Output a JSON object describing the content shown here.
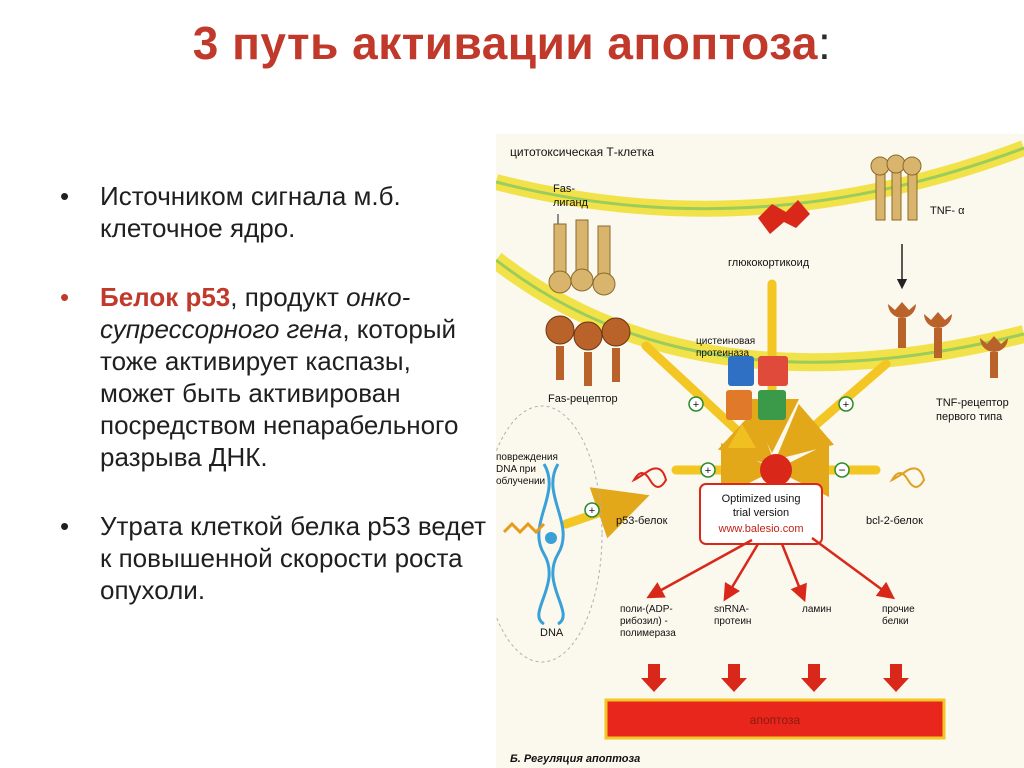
{
  "slide": {
    "title": "3 путь активации апоптоза",
    "title_colon": ":"
  },
  "bullets": [
    {
      "text": "Источником сигнала м.б. клеточное ядро."
    },
    {
      "bold": "Белок р53",
      "part1": ", продукт ",
      "italic": "онко-супрессорного гена",
      "part2": ", который тоже активирует каспазы, может быть активирован посредством непарабельного разрыва ДНК."
    },
    {
      "text": "Утрата клеткой белка р53 ведет к повышенной скорости роста опухоли."
    }
  ],
  "diagram": {
    "labels": {
      "t_cell": "цитотоксическая Т-клетка",
      "fas_ligand_1": "Fas-",
      "fas_ligand_2": "лиганд",
      "glucocorticoid": "глюкокортикоид",
      "tnf": "TNF- α",
      "caspase_1": "цистеиновая",
      "caspase_2": "протеиназа",
      "fas_receptor": "Fas-рецептор",
      "tnf_receptor_1": "TNF-рецептор",
      "tnf_receptor_2": "первого типа",
      "dna_damage_1": "повреждения",
      "dna_damage_2": "DNA при",
      "dna_damage_3": "облучении",
      "p53": "p53-белок",
      "bcl2": "bcl-2-белок",
      "dna": "DNA",
      "target_1_l1": "поли-(ADP-",
      "target_1_l2": "рибозил) -",
      "target_1_l3": "полимераза",
      "target_2_l1": "snRNA-",
      "target_2_l2": "протеин",
      "target_3_l1": "ламин",
      "target_4_l1": "прочие",
      "target_4_l2": "белки",
      "apoptosis": "апоптоза",
      "caption": "Б. Регуляция апоптоза"
    },
    "watermark": {
      "line1": "Optimized using",
      "line2": "trial version",
      "line3": "www.balesio.com"
    },
    "signs": {
      "plus": "+",
      "minus": "−"
    },
    "colors": {
      "membrane_yellow": "#f2e24a",
      "membrane_green": "#9ccc5a",
      "arrow_yellow": "#f3c623",
      "arrow_red": "#d9281a",
      "receptor_tan": "#d9b46c",
      "receptor_brown": "#b9632b",
      "apoptosis_bar": "#e8261c"
    }
  }
}
